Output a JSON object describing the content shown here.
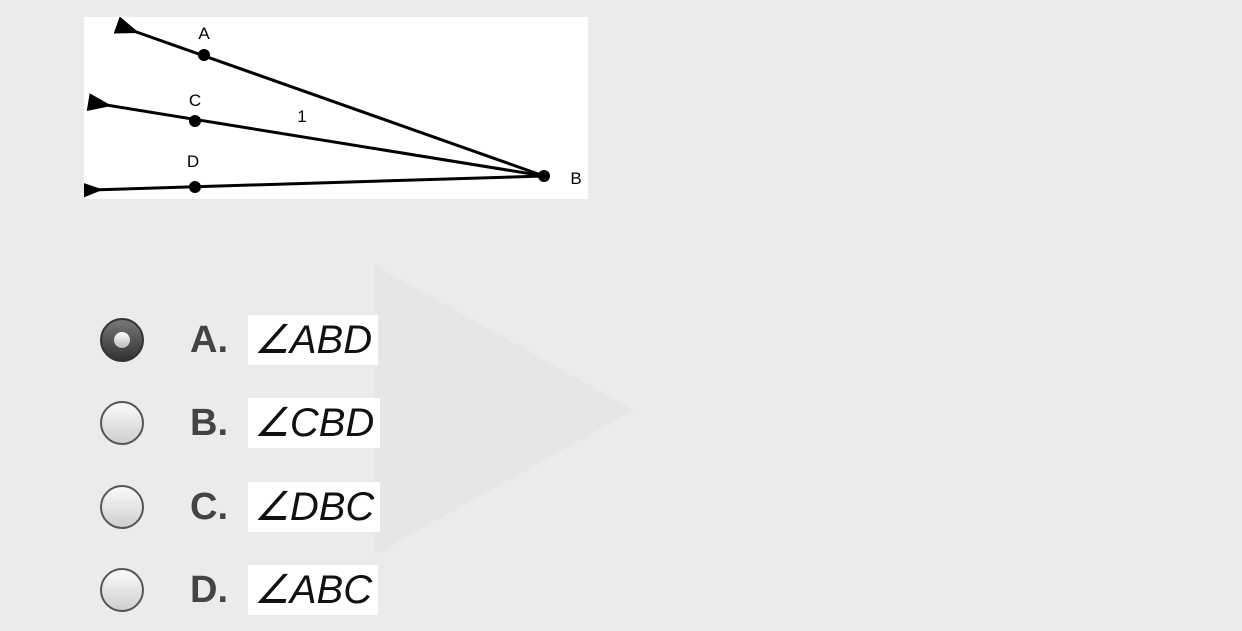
{
  "figure": {
    "labels": {
      "A": "A",
      "B": "B",
      "C": "C",
      "D": "D",
      "angle": "1"
    }
  },
  "options": [
    {
      "letter": "A.",
      "text": "∠ABD",
      "selected": true
    },
    {
      "letter": "B.",
      "text": "∠CBD",
      "selected": false
    },
    {
      "letter": "C.",
      "text": "∠DBC",
      "selected": false
    },
    {
      "letter": "D.",
      "text": "∠ABC",
      "selected": false
    }
  ]
}
